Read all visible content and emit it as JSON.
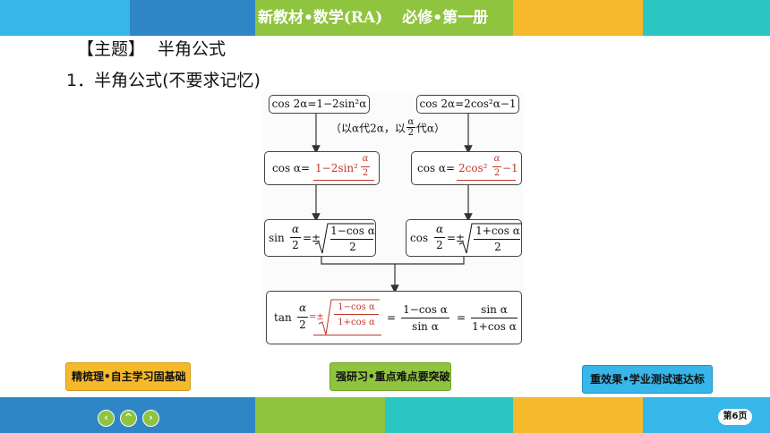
{
  "header": {
    "book_title_part1": "新教材•数学(RA)",
    "book_title_part2": "必修•第一册"
  },
  "topic": {
    "bracket_label": "【主题】",
    "name": "半角公式"
  },
  "section": {
    "title": "1．半角公式(不要求记忆)"
  },
  "diagram": {
    "top_left_formula": "cos 2α=1−2sin²α",
    "top_right_formula": "cos 2α=2cos²α−1",
    "substitution_prefix": "（以α代2α，以",
    "substitution_frac_num": "α",
    "substitution_frac_den": "2",
    "substitution_suffix": "代α）",
    "mid_left_lhs": "cos α=",
    "mid_left_answer": "1−2sin²",
    "mid_right_lhs": "cos α=",
    "mid_right_answer": "2cos²",
    "mid_right_tail": "−1",
    "half_num": "α",
    "half_den": "2",
    "sin_label": "sin",
    "cos_label": "cos",
    "pm": "=±",
    "root_left_num": "1−cos α",
    "root_right_num": "1+cos α",
    "root_den": "2",
    "tan_label": "tan",
    "tan_eq": "=±",
    "tan_root_num": "1−cos α",
    "tan_root_den": "1+cos α",
    "equals": "=",
    "tan_frac2_num": "1−cos α",
    "tan_frac2_den": "sin α",
    "tan_frac3_num": "sin α",
    "tan_frac3_den": "1+cos α"
  },
  "nav": {
    "left_label": "精梳理•自主学习固基础",
    "mid_label": "强研习•重点难点要突破",
    "right_label": "重效果•学业测试速达标",
    "prev_icon": "‹",
    "home_icon": "^",
    "next_icon": "›",
    "page_label": "第6页"
  },
  "colors": {
    "answer_red": "#c0392b",
    "blue": "#2f86c6",
    "green": "#8fc43f",
    "orange": "#f5b92b",
    "cyan": "#2bc6c2"
  }
}
